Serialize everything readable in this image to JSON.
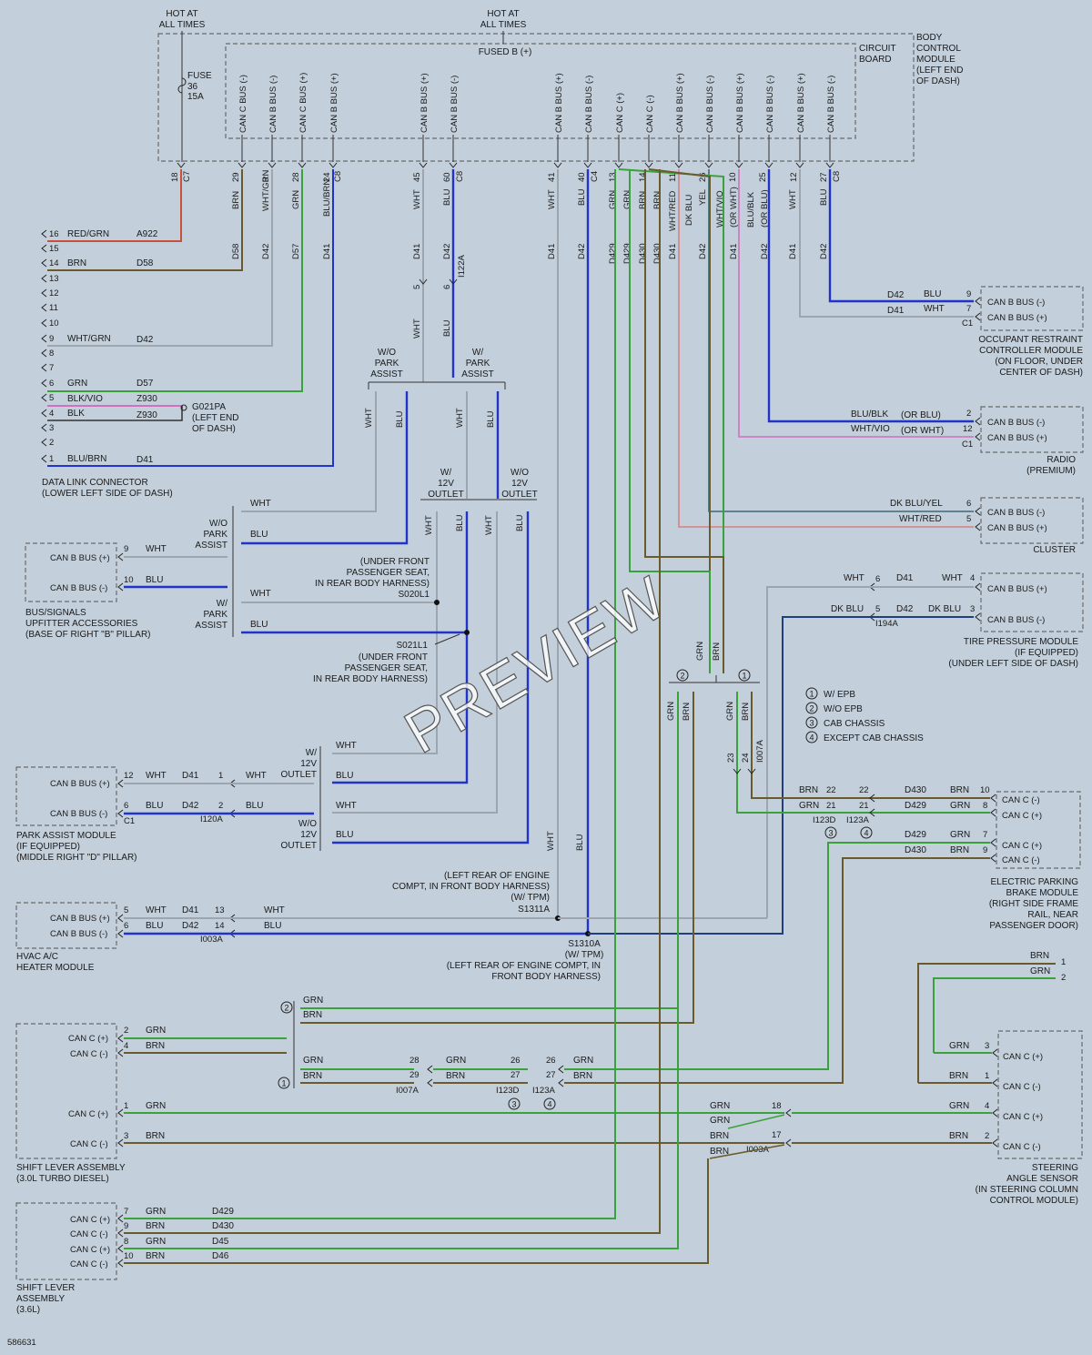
{
  "top": {
    "hot_left": [
      "HOT AT",
      "ALL TIMES"
    ],
    "hot_mid": [
      "HOT AT",
      "ALL TIMES"
    ],
    "fused": "FUSED B (+)",
    "fuse": [
      "FUSE",
      "36",
      "15A"
    ],
    "circuit_board": [
      "CIRCUIT",
      "BOARD"
    ],
    "bcm": [
      "BODY",
      "CONTROL",
      "MODULE",
      "(LEFT END",
      "OF DASH)"
    ],
    "bus_labels": [
      "CAN C BUS (-)",
      "CAN B BUS (-)",
      "CAN C BUS (+)",
      "CAN B BUS (+)",
      "CAN B BUS (+)",
      "CAN B BUS (-)",
      "CAN B BUS (+)",
      "CAN B BUS (-)",
      "CAN C (+)",
      "CAN C (-)",
      "CAN B BUS (+)",
      "CAN B BUS (-)",
      "CAN B BUS (+)",
      "CAN B BUS (-)",
      "CAN B BUS (+)",
      "CAN B BUS (-)"
    ],
    "pins": [
      "18",
      "29",
      "9",
      "28",
      "24",
      "45",
      "60",
      "41",
      "40",
      "13",
      "14",
      "11",
      "26",
      "10",
      "25",
      "12",
      "27"
    ],
    "conn": [
      "C7",
      "C8",
      "C8",
      "C4",
      "C8"
    ],
    "wire_colors": [
      "BRN",
      "WHT/GRN",
      "GRN",
      "BLU/BRN",
      "WHT",
      "BLU",
      "WHT",
      "BLU",
      "GRN",
      "GRN",
      "BRN",
      "BRN",
      "WHT/RED",
      "DK BLU",
      "YEL",
      "WHT/VIO",
      "(OR WHT)",
      "BLU/BLK",
      "(OR BLU)",
      "WHT",
      "BLU"
    ],
    "circuits": [
      "D58",
      "D42",
      "D57",
      "D41",
      "D41",
      "D42",
      "D41",
      "D42",
      "D429",
      "D429",
      "D430",
      "D430",
      "D41",
      "D42",
      "D41",
      "D42",
      "D41",
      "D42"
    ]
  },
  "dlc": {
    "rows": [
      "16",
      "RED/GRN",
      "A922",
      "15",
      "14",
      "BRN",
      "D58",
      "13",
      "12",
      "11",
      "10",
      "9",
      "WHT/GRN",
      "D42",
      "8",
      "7",
      "6",
      "GRN",
      "D57",
      "5",
      "BLK/VIO",
      "Z930",
      "4",
      "BLK",
      "Z930",
      "3",
      "2",
      "1",
      "BLU/BRN",
      "D41"
    ],
    "ground": [
      "G021PA",
      "(LEFT END",
      "OF DASH)"
    ],
    "label": [
      "DATA LINK CONNECTOR",
      "(LOWER LEFT SIDE OF DASH)"
    ]
  },
  "inline": {
    "i122": [
      "5",
      "6",
      "I122A",
      "WHT",
      "BLU"
    ],
    "wo_park_top": [
      "W/O",
      "PARK",
      "ASSIST"
    ],
    "w_park_top": [
      "W/",
      "PARK",
      "ASSIST"
    ],
    "left_branch": [
      "WHT",
      "BLU",
      "WHT",
      "BLU"
    ],
    "w12_top": [
      "W/",
      "12V",
      "OUTLET"
    ],
    "wo12_top": [
      "W/O",
      "12V",
      "OUTLET"
    ],
    "outlet_wires": [
      "WHT",
      "BLU",
      "WHT",
      "BLU"
    ]
  },
  "upfitter": {
    "wht_top": "WHT",
    "wo_park": [
      "W/O",
      "PARK",
      "ASSIST"
    ],
    "blu": "BLU",
    "rows": [
      "CAN B BUS (+)",
      "9",
      "WHT",
      "CAN B BUS (-)",
      "10",
      "BLU"
    ],
    "s020": [
      "(UNDER FRONT",
      "PASSENGER SEAT,",
      "IN REAR BODY HARNESS)",
      "S020L1"
    ],
    "wht2": "WHT",
    "w_park": [
      "W/",
      "PARK",
      "ASSIST"
    ],
    "blu2": "BLU",
    "s021": [
      "S021L1",
      "(UNDER FRONT",
      "PASSENGER SEAT,",
      "IN REAR BODY HARNESS)"
    ],
    "label": [
      "BUS/SIGNALS",
      "UPFITTER ACCESSORIES",
      "(BASE OF RIGHT \"B\" PILLAR)"
    ]
  },
  "park": {
    "rows": [
      "CAN B BUS (+)",
      "12",
      "WHT",
      "D41",
      "1",
      "WHT",
      "CAN B BUS (-)",
      "6",
      "BLU",
      "D42",
      "2",
      "BLU"
    ],
    "conn": [
      "C1",
      "I120A"
    ],
    "w12": [
      "WHT",
      "W/",
      "12V",
      "OUTLET",
      "BLU"
    ],
    "wo12": [
      "WHT",
      "W/O",
      "12V",
      "OUTLET",
      "BLU"
    ],
    "label": [
      "PARK ASSIST MODULE",
      "(IF EQUIPPED)",
      "(MIDDLE RIGHT \"D\" PILLAR)"
    ]
  },
  "hvac": {
    "rows": [
      "CAN B BUS (+)",
      "5",
      "WHT",
      "D41",
      "13",
      "WHT",
      "CAN B BUS (-)",
      "6",
      "BLU",
      "D42",
      "14",
      "BLU"
    ],
    "conn": "I003A",
    "label": [
      "HVAC A/C",
      "HEATER MODULE"
    ],
    "s1311": [
      "(LEFT REAR OF ENGINE",
      "COMPT, IN FRONT BODY HARNESS)",
      "(W/ TPM)",
      "S1311A"
    ],
    "s1310": [
      "S1310A",
      "(W/ TPM)",
      "(LEFT REAR OF ENGINE COMPT, IN",
      "FRONT BODY HARNESS)"
    ],
    "vert": [
      "WHT",
      "BLU"
    ]
  },
  "shift30": {
    "rows": [
      "CAN C (+)",
      "2",
      "GRN",
      "CAN C (-)",
      "4",
      "BRN",
      "CAN C (+)",
      "1",
      "GRN",
      "CAN C (-)",
      "3",
      "BRN"
    ],
    "label": [
      "SHIFT LEVER ASSEMBLY",
      "(3.0L TURBO DIESEL)"
    ],
    "branch2": [
      "2",
      "GRN",
      "BRN"
    ],
    "branch1": [
      "GRN",
      "BRN",
      "1",
      "28",
      "29",
      "I007A",
      "GRN",
      "BRN",
      "26",
      "27",
      "I123D",
      "3",
      "26",
      "27",
      "I123A",
      "4",
      "GRN",
      "BRN"
    ]
  },
  "shift36": {
    "rows": [
      "CAN C (+)",
      "7",
      "GRN",
      "D429",
      "CAN C (-)",
      "9",
      "BRN",
      "D430",
      "CAN C (+)",
      "8",
      "GRN",
      "D45",
      "CAN C (-)",
      "10",
      "BRN",
      "D46"
    ],
    "label": [
      "SHIFT LEVER",
      "ASSEMBLY",
      "(3.6L)"
    ]
  },
  "right": {
    "orc": [
      "D42",
      "BLU",
      "9",
      "CAN B BUS (-)",
      "D41",
      "WHT",
      "7",
      "CAN B BUS (+)",
      "C1"
    ],
    "orc_label": [
      "OCCUPANT RESTRAINT",
      "CONTROLLER MODULE",
      "(ON FLOOR, UNDER",
      "CENTER OF DASH)"
    ],
    "radio": [
      "BLU/BLK",
      "(OR BLU)",
      "2",
      "CAN B BUS (-)",
      "WHT/VIO",
      "(OR WHT)",
      "12",
      "CAN B BUS (+)",
      "C1"
    ],
    "radio_label": [
      "RADIO",
      "(PREMIUM)"
    ],
    "cluster": [
      "DK BLU/YEL",
      "6",
      "CAN B BUS (-)",
      "WHT/RED",
      "5",
      "CAN B BUS (+)"
    ],
    "cluster_label": "CLUSTER",
    "tpm": [
      "WHT",
      "6",
      "D41",
      "WHT",
      "4",
      "CAN B BUS (+)",
      "DK BLU",
      "5",
      "D42",
      "DK BLU",
      "3",
      "CAN B BUS (-)",
      "I194A"
    ],
    "tpm_label": [
      "TIRE PRESSURE MODULE",
      "(IF EQUIPPED)",
      "(UNDER LEFT SIDE OF DASH)"
    ],
    "split": [
      "GRN",
      "BRN",
      "2",
      "1",
      "GRN",
      "BRN",
      "GRN",
      "BRN",
      "23",
      "24",
      "I007A"
    ],
    "legend": [
      "1",
      "W/ EPB",
      "2",
      "W/O EPB",
      "3",
      "CAB CHASSIS",
      "4",
      "EXCEPT CAB CHASSIS"
    ],
    "epb": [
      "BRN",
      "22",
      "22",
      "D430",
      "BRN",
      "10",
      "CAN C (-)",
      "GRN",
      "21",
      "21",
      "D429",
      "GRN",
      "8",
      "CAN C (+)",
      "I123D",
      "I123A",
      "3",
      "4",
      "D429",
      "GRN",
      "7",
      "CAN C (+)",
      "D430",
      "BRN",
      "9",
      "CAN C (-)"
    ],
    "epb_label": [
      "ELECTRIC PARKING",
      "BRAKE MODULE",
      "(RIGHT SIDE FRAME",
      "RAIL, NEAR",
      "PASSENGER DOOR)"
    ],
    "sas": [
      "BRN",
      "1",
      "GRN",
      "2",
      "GRN",
      "3",
      "CAN C (+)",
      "BRN",
      "1",
      "CAN C (-)",
      "GRN",
      "4",
      "CAN C (+)",
      "BRN",
      "2",
      "CAN C (-)"
    ],
    "sas_label": [
      "STEERING",
      "ANGLE SENSOR",
      "(IN STEERING COLUMN",
      "CONTROL MODULE)"
    ],
    "mid": [
      "GRN",
      "GRN",
      "BRN",
      "BRN",
      "18",
      "17",
      "I003A"
    ]
  },
  "colors": {
    "red": "#c8503c",
    "brown": "#6b5a2e",
    "blue": "#2233cc",
    "green": "#3aa23a",
    "gray": "#9da5ae",
    "pink": "#d070c0",
    "navy": "#1f3f7a",
    "teal": "#3a6a7a",
    "salmon": "#d88080",
    "olive": "#7a8a4a"
  },
  "footer_id": "586631",
  "watermark": "PREVIEW"
}
